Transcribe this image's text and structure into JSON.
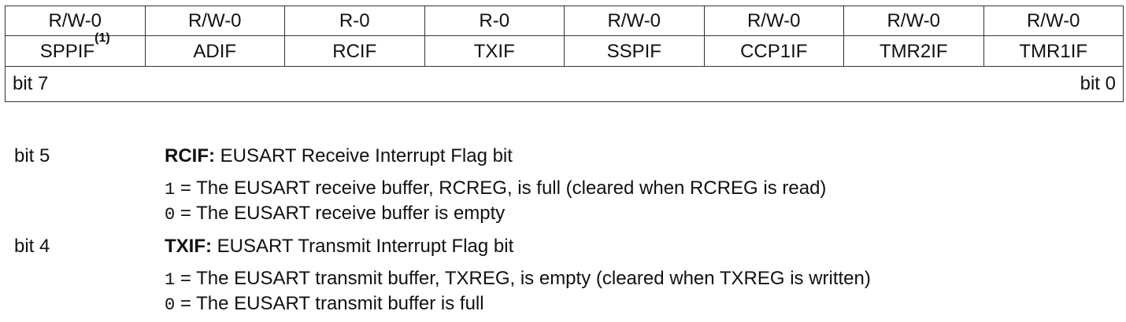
{
  "register": {
    "access": [
      "R/W-0",
      "R/W-0",
      "R-0",
      "R-0",
      "R/W-0",
      "R/W-0",
      "R/W-0",
      "R/W-0"
    ],
    "names": [
      "SPPIF",
      "ADIF",
      "RCIF",
      "TXIF",
      "SSPIF",
      "CCP1IF",
      "TMR2IF",
      "TMR1IF"
    ],
    "first_name_note": "(1)",
    "msb_label": "bit 7",
    "lsb_label": "bit 0"
  },
  "bits": [
    {
      "bit": "bit 5",
      "name": "RCIF:",
      "desc": "EUSART Receive Interrupt Flag bit",
      "values": [
        {
          "num": "1",
          "eq": " = ",
          "text": "The EUSART receive buffer, RCREG, is full (cleared when RCREG is read)"
        },
        {
          "num": "0",
          "eq": " = ",
          "text": "The EUSART receive buffer is empty"
        }
      ]
    },
    {
      "bit": "bit 4",
      "name": "TXIF:",
      "desc": "EUSART Transmit Interrupt Flag bit",
      "values": [
        {
          "num": "1",
          "eq": " = ",
          "text": "The EUSART transmit buffer, TXREG, is empty (cleared when TXREG is written)"
        },
        {
          "num": "0",
          "eq": " = ",
          "text": "The EUSART transmit buffer is full"
        }
      ]
    }
  ]
}
